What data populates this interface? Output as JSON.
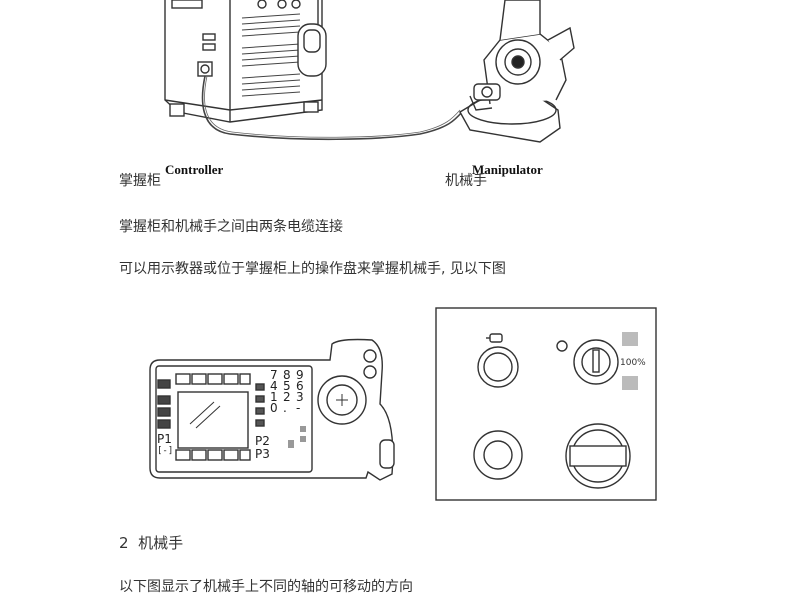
{
  "figure1": {
    "controller_label": "Controller",
    "manipulator_label": "Manipulator",
    "controller_cn": "掌握柜",
    "manipulator_cn": "机械手"
  },
  "paragraphs": {
    "p1": "掌握柜和机械手之间由两条电缆连接",
    "p2": "可以用示教器或位于掌握柜上的操作盘来掌握机械手, 见以下图"
  },
  "teach_pendant": {
    "keypad_digits": [
      "7",
      "8",
      "9",
      "4",
      "5",
      "6",
      "1",
      "2",
      "3",
      "0",
      ".",
      "-"
    ],
    "p1_label": "P1",
    "p2_label": "P2",
    "p3_label": "P3",
    "bracket_label": "[-]"
  },
  "operator_panel": {
    "percent_label": "100%"
  },
  "section": {
    "number": "2",
    "title": "机械手"
  },
  "footer_text": "以下图显示了机械手上不同的轴的可移动的方向"
}
